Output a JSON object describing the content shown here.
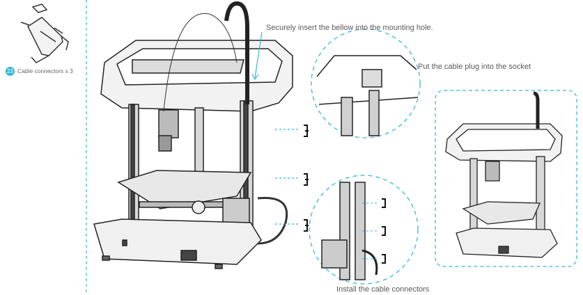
{
  "parts": {
    "callout_number": "23",
    "label": "Cable connectors x 3"
  },
  "captions": {
    "bellow": "Securely insert the bellow into the mounting hole.",
    "plug": "Put the cable plug into the socket",
    "connectors": "Install the cable connectors"
  },
  "colors": {
    "accent": "#35b8d4",
    "line": "#333333"
  }
}
